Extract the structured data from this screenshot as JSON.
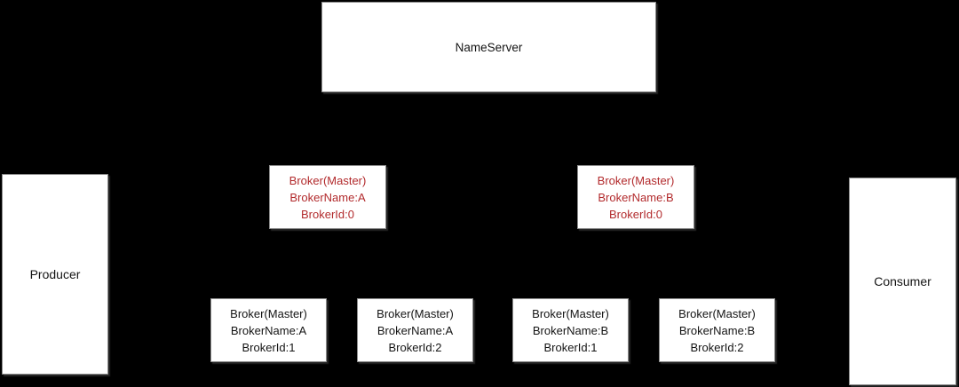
{
  "diagram": {
    "colors": {
      "background": "#000000",
      "node_fill": "#ffffff",
      "node_border": "#8c8c8c",
      "text_color": "#141414",
      "accent_red": "#b22a2c"
    },
    "nodes": {
      "nameserver": {
        "label": "NameServer"
      },
      "producer": {
        "label": "Producer"
      },
      "consumer": {
        "label": "Consumer"
      },
      "broker_a_master": {
        "line1": "Broker(Master)",
        "line2": "BrokerName:A",
        "line3": "BrokerId:0"
      },
      "broker_b_master": {
        "line1": "Broker(Master)",
        "line2": "BrokerName:B",
        "line3": "BrokerId:0"
      },
      "broker_a1": {
        "line1": "Broker(Master)",
        "line2": "BrokerName:A",
        "line3": "BrokerId:1"
      },
      "broker_a2": {
        "line1": "Broker(Master)",
        "line2": "BrokerName:A",
        "line3": "BrokerId:2"
      },
      "broker_b1": {
        "line1": "Broker(Master)",
        "line2": "BrokerName:B",
        "line3": "BrokerId:1"
      },
      "broker_b2": {
        "line1": "Broker(Master)",
        "line2": "BrokerName:B",
        "line3": "BrokerId:2"
      }
    }
  }
}
